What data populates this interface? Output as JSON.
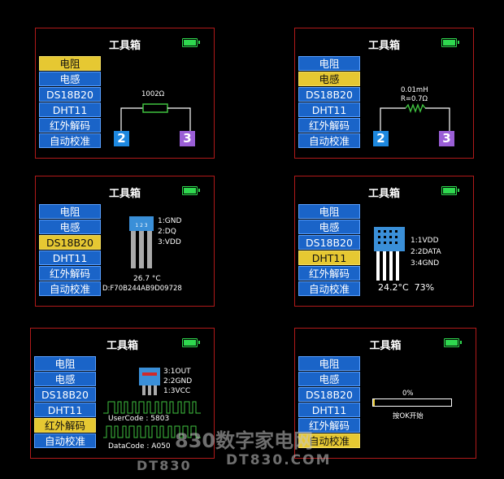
{
  "title": "工具箱",
  "menu": [
    "电阻",
    "电感",
    "DS18B20",
    "DHT11",
    "红外解码",
    "自动校准"
  ],
  "colors": {
    "menu_bg": "#1a64c8",
    "menu_selected": "#e6c832",
    "battery": "#2fd84f",
    "border": "#b11a1a",
    "terminal_2": "#1d88df",
    "terminal_3": "#9a5ed6",
    "ir_wave": "#3fc23f"
  },
  "resistor": {
    "value": "1002Ω",
    "terminal_a": "2",
    "terminal_b": "3"
  },
  "inductor": {
    "value": "0.01mH",
    "resistance": "R=0.7Ω",
    "terminal_a": "2",
    "terminal_b": "3"
  },
  "ds18b20": {
    "pins": [
      "1:GND",
      "2:DQ",
      "3:VDD"
    ],
    "chip_label": "1 2 3",
    "temperature": "26.7 °C",
    "id": "D:F70B244AB9D09728"
  },
  "dht11": {
    "pins": [
      "1:1VDD",
      "2:2DATA",
      "3:4GND"
    ],
    "reading": "24.2°C  73%"
  },
  "ir": {
    "pins": [
      "3:1OUT",
      "2:2GND",
      "1:3VCC"
    ],
    "user_code": "UserCode : 5803",
    "data_code": "DataCode : A050"
  },
  "calibration": {
    "percent": "0%",
    "progress": 0.0,
    "hint": "按OK开始"
  },
  "watermark": {
    "main": "830数字家电网",
    "left": "DT830",
    "right": "DT830.COM"
  }
}
